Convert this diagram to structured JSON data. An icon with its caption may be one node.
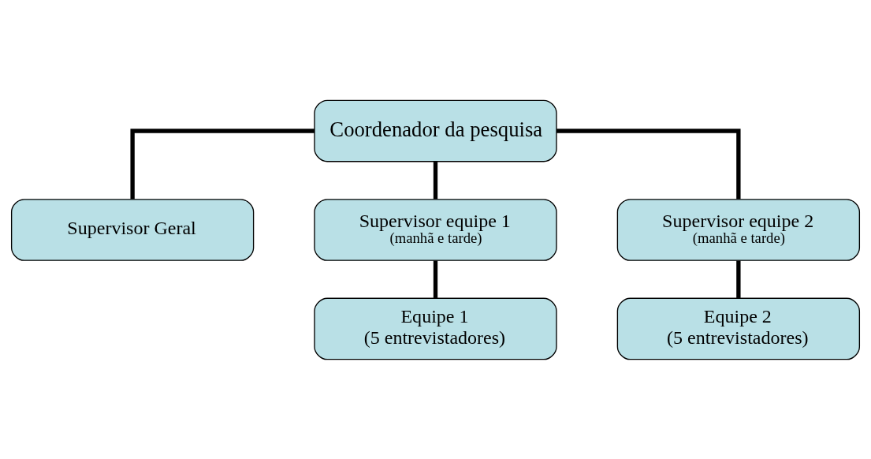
{
  "diagram": {
    "nodes": [
      {
        "text": [
          "Coordenador da pesquisa"
        ]
      },
      {
        "text": [
          "Supervisor Geral"
        ]
      },
      {
        "text": [
          "Supervisor equipe 1",
          "(manhã e tarde)"
        ]
      },
      {
        "text": [
          "Supervisor equipe 2",
          "(manhã e tarde)"
        ]
      },
      {
        "text": [
          "Equipe 1",
          "(5 entrevistadores)"
        ]
      },
      {
        "text": [
          "Equipe 2",
          "(5 entrevistadores)"
        ]
      }
    ],
    "edges": [
      {
        "from": 0,
        "to": 1,
        "arrow": "none"
      },
      {
        "from": 0,
        "to": 2,
        "arrow": "none"
      },
      {
        "from": 0,
        "to": 3,
        "arrow": "none"
      },
      {
        "from": 2,
        "to": 4,
        "arrow": "none"
      },
      {
        "from": 3,
        "to": 5,
        "arrow": "none"
      }
    ]
  }
}
